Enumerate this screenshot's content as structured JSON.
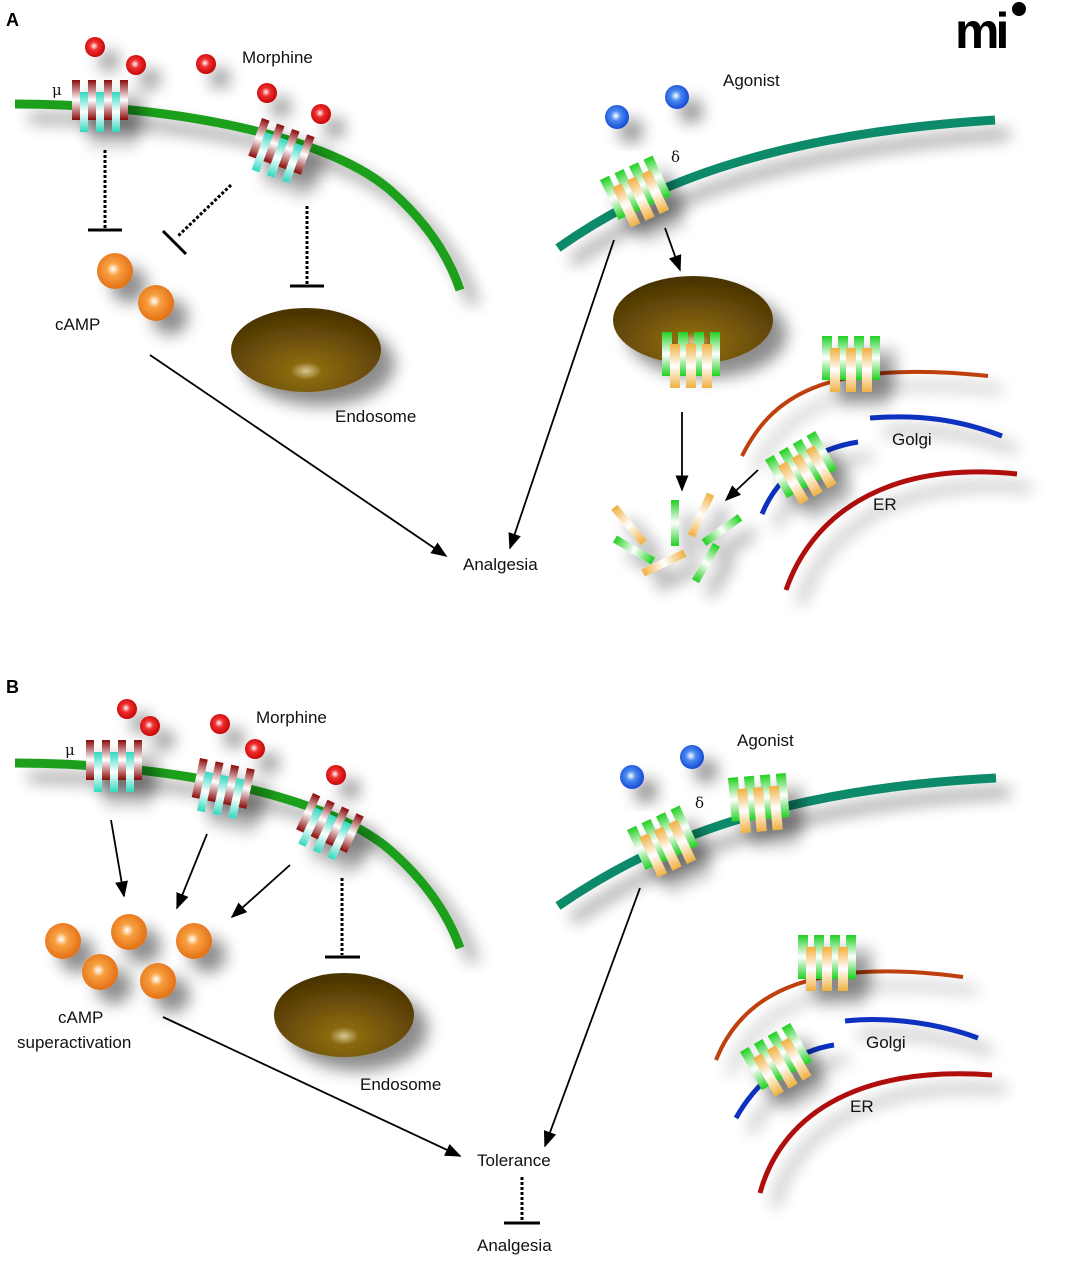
{
  "logo": "mi",
  "panels": {
    "A": {
      "label": "A",
      "morphine": "Morphine",
      "mu": "μ",
      "camp": "cAMP",
      "endosome": "Endosome",
      "agonist": "Agonist",
      "delta": "δ",
      "golgi": "Golgi",
      "er": "ER",
      "outcome": "Analgesia"
    },
    "B": {
      "label": "B",
      "morphine": "Morphine",
      "mu": "μ",
      "camp_line1": "cAMP",
      "camp_line2": "superactivation",
      "endosome": "Endosome",
      "agonist": "Agonist",
      "delta": "δ",
      "golgi": "Golgi",
      "er": "ER",
      "outcome": "Tolerance",
      "inhibited": "Analgesia"
    }
  },
  "colors": {
    "membrane_left": "#1aa01a",
    "membrane_right": "#108a6a",
    "morphine": "#e01010",
    "agonist": "#2a6ae8",
    "camp": "#f08a20",
    "endosome": "#5a4008",
    "golgi": "#1030c0",
    "er": "#b01010",
    "golgi_outer": "#c04010"
  }
}
